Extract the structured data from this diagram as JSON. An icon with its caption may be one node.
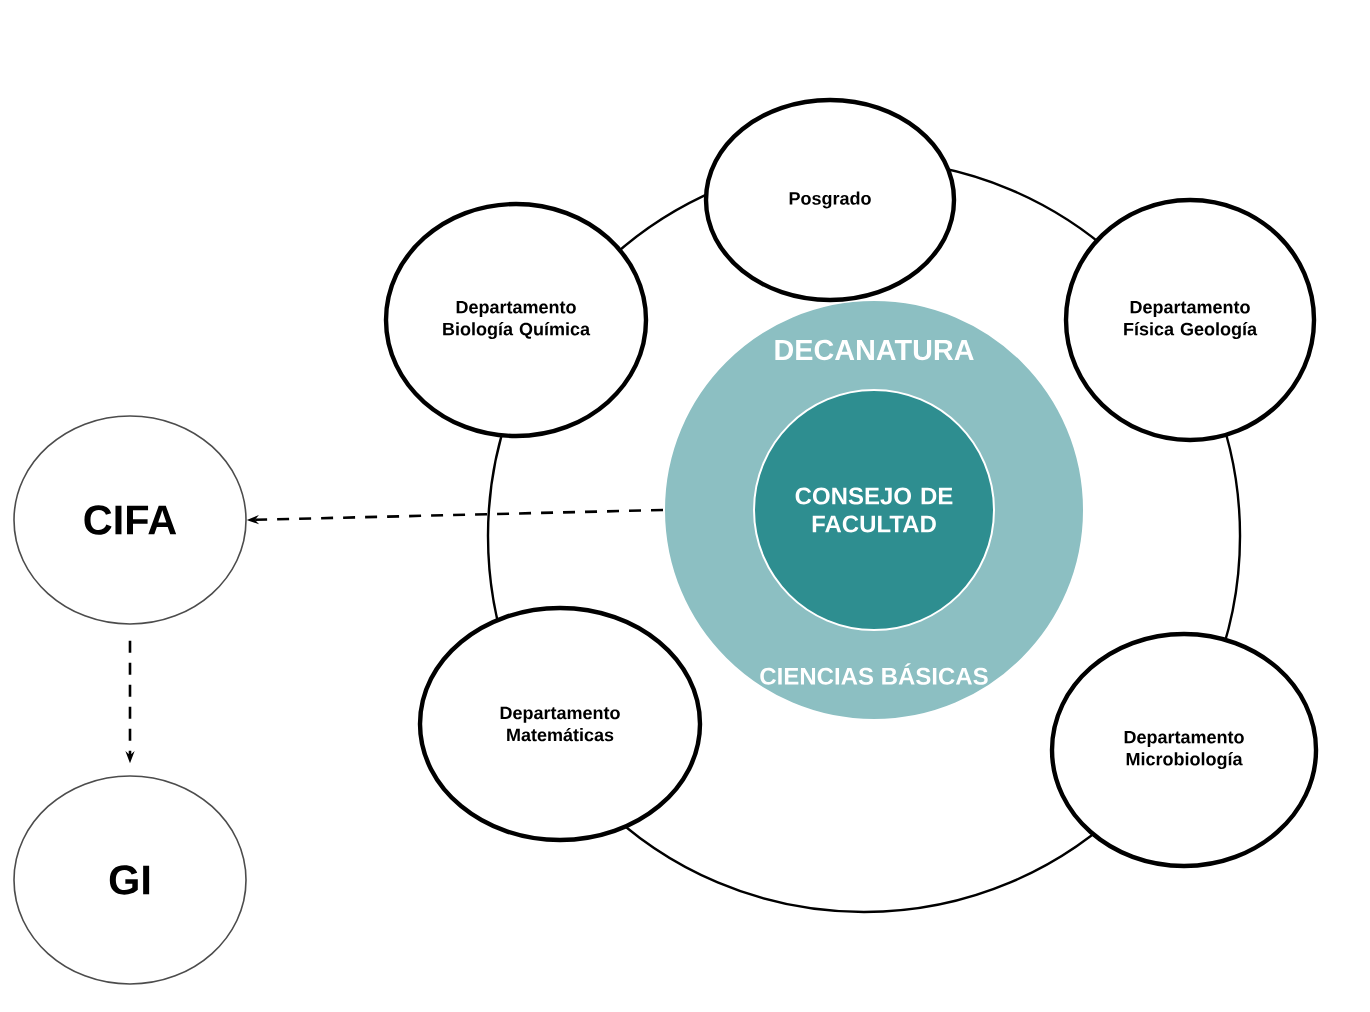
{
  "diagram": {
    "nodes": [
      {
        "text": [
          "DECANATURA",
          "CIENCIAS BÁSICAS"
        ]
      },
      {
        "text": [
          "CONSEJO DE FACULTAD"
        ],
        "in": 0
      },
      {
        "text": [
          "Posgrado"
        ]
      },
      {
        "text": [
          "Departamento Física Geología"
        ]
      },
      {
        "text": [
          "Departamento Microbiología"
        ]
      },
      {
        "text": [
          "Departamento Matemáticas"
        ]
      },
      {
        "text": [
          "Departamento Biología Química"
        ]
      },
      {
        "text": [
          "CIFA"
        ]
      },
      {
        "text": [
          "GI"
        ]
      }
    ],
    "edges": [
      {
        "from": 0,
        "to": 7,
        "arrow": "to",
        "style": "dashed"
      },
      {
        "from": 7,
        "to": 8,
        "arrow": "to",
        "style": "dashed"
      }
    ]
  }
}
